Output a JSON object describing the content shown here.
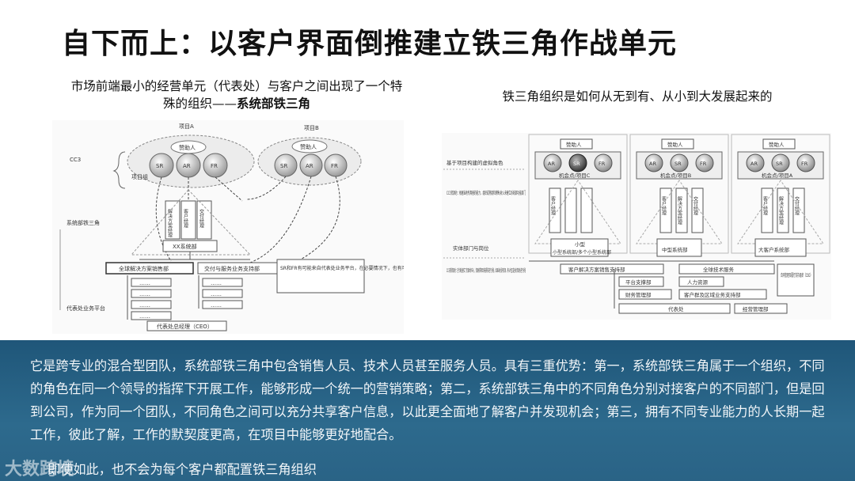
{
  "title": "自下而上：以客户界面倒推建立铁三角作战单元",
  "left_caption": {
    "line1": "市场前端最小的经营单元（代表处）与客户之间出现了一个特",
    "line2_prefix": "殊的组织——",
    "line2_bold": "系统部铁三角"
  },
  "right_caption": "铁三角组织是如何从无到有、从小到大发展起来的",
  "left_diagram": {
    "project_a": "项目A",
    "project_b": "项目B",
    "sponsor": "赞助人",
    "project_group": "项目组",
    "cc3": "CC3",
    "roles": [
      "SR",
      "AR",
      "FR"
    ],
    "role_boxes": [
      "解决方案经理",
      "客户经理",
      "交付经理"
    ],
    "system_dept": "XX系统部",
    "system_triangle": "系统部铁三角",
    "solution_sales": "全球解决方案销售部",
    "delivery": "交付与服务业务支持部",
    "dots": "……",
    "note": "SR和FR有可能来自代表处业务平台，在必要情况下，也有可能来自地区部或机关的相关业务部门",
    "platform": "代表处业务平台",
    "ceo": "代表处总经理（CEO）"
  },
  "right_diagram": {
    "sponsor": "赞助人",
    "roles": [
      "AR",
      "SR",
      "FR"
    ],
    "virtual_role": "基于项目构建的虚拟角色",
    "opps": [
      "机会点/项目C",
      "机会点/项目B",
      "机会点/项目A"
    ],
    "cc3_pool": "CC3资源池：根据当地所具备的能力、组织成熟度和销售/收入来建立系统部功能部门",
    "role_boxes": [
      "客户经理",
      "解决方案经理",
      "交付经理"
    ],
    "entity": "实体部门与岗位",
    "small": "小型系统部/多个小型系统部",
    "medium": "中型系统部",
    "large": "大客户系统部",
    "support_pool": "CC3支撑资源池：在代表处建立了资源共享中心，资源按照项目技能需求进行分配，如果当地没有资源，将从片区或全球资源池进行分配",
    "sales_support": "客户解决方案销售支持部",
    "tech_service": "全球技术服务",
    "platform_support": "平台支撑部",
    "hr": "人力资源",
    "finance": "财务管理部",
    "customer_group": "客户群及区域业务支持部",
    "contract": "合同管理及履行支持组织（CSO）",
    "office": "代表处",
    "ops": "经营管理部"
  },
  "paragraph": "它是跨专业的混合型团队，系统部铁三角中包含销售人员、技术人员甚至服务人员。具有三重优势：第一，系统部铁三角属于一个组织，不同的角色在同一个领导的指挥下开展工作，能够形成一个统一的营销策略；第二，系统部铁三角中的不同角色分别对接客户的不同部门，但是回到公司，作为同一个团队，不同角色之间可以充分共享客户信息，以此更全面地了解客户并发现机会；第三，拥有不同专业能力的人长期一起工作，彼此了解，工作的默契度更高，在项目中能够更好地配合。",
  "last_line": "即使如此，也不会为每个客户都配置铁三角组织",
  "watermark": "大数跨境"
}
